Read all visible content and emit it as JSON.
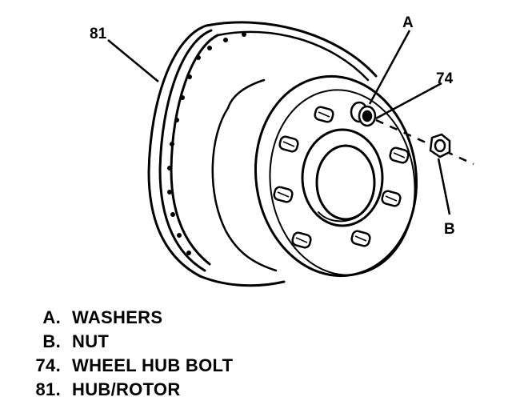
{
  "callouts": {
    "hub_rotor": "81",
    "washers": "A",
    "wheel_hub_bolt": "74",
    "nut": "B"
  },
  "legend": [
    {
      "key": "A.",
      "text": "WASHERS"
    },
    {
      "key": "B.",
      "text": "NUT"
    },
    {
      "key": "74.",
      "text": "WHEEL HUB BOLT"
    },
    {
      "key": "81.",
      "text": "HUB/ROTOR"
    }
  ]
}
